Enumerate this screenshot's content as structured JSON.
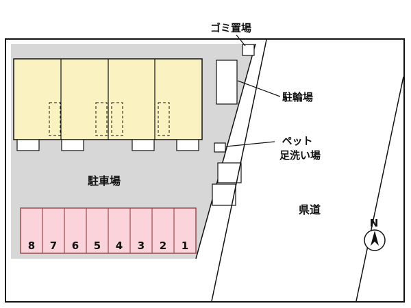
{
  "labels": {
    "garbage": "ゴミ置場",
    "bicycle": "駐輪場",
    "pet_line1": "ペット",
    "pet_line2": "足洗い場",
    "parking_lot": "駐車場",
    "road": "県道",
    "compass_north": "N"
  },
  "parking": {
    "stalls": [
      "8",
      "7",
      "6",
      "5",
      "4",
      "3",
      "2",
      "1"
    ]
  },
  "colors": {
    "site_gray": "#d7d7d7",
    "building_yellow": "#fbf2c2",
    "stall_pink": "#fbd3da",
    "stall_border": "#9c4a4a",
    "outline": "#111111"
  }
}
